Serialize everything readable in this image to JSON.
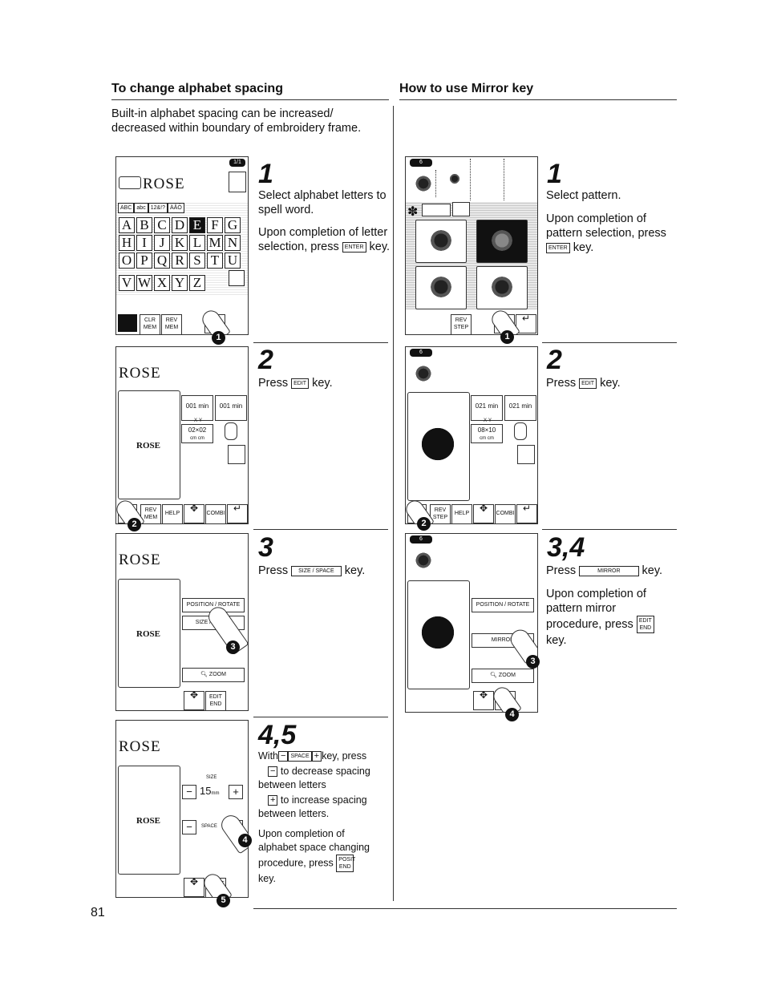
{
  "page_number": "81",
  "left": {
    "heading": "To change alphabet spacing",
    "intro": "Built-in alphabet spacing can be increased/ decreased within boundary of embroidery frame.",
    "steps": [
      {
        "num": "1",
        "text_a": "Select alphabet letters to spell word.",
        "text_b_pre": "Upon completion of letter selection, press",
        "key": "ENTER",
        "text_b_post": "key."
      },
      {
        "num": "2",
        "text_pre": "Press",
        "key": "EDIT",
        "text_post": "key."
      },
      {
        "num": "3",
        "text_pre": "Press",
        "key": "SIZE / SPACE",
        "text_post": "key."
      },
      {
        "num": "4,5",
        "with_pre": "With",
        "minus": "−",
        "space_key": "SPACE",
        "plus": "+",
        "with_post": "key, press",
        "dec_text": "to decrease spacing between letters",
        "inc_text": "to increase spacing between letters.",
        "comp_pre": "Upon completion of alphabet space changing procedure, press",
        "key": "POSIT END",
        "comp_post": "key."
      }
    ],
    "screen1": {
      "title": "ROSE",
      "page": "1/1",
      "tabs": [
        "ABC",
        "abc",
        "12&!?",
        "ÄÅÖ"
      ],
      "rows": [
        [
          "A",
          "B",
          "C",
          "D",
          "E",
          "F",
          "G"
        ],
        [
          "H",
          "I",
          "J",
          "K",
          "L",
          "M",
          "N"
        ],
        [
          "O",
          "P",
          "Q",
          "R",
          "S",
          "T",
          "U"
        ],
        [
          "V",
          "W",
          "X",
          "Y",
          "Z"
        ]
      ],
      "buttons": [
        "CLR MEM",
        "REV MEM"
      ],
      "badge": "1"
    },
    "screen2": {
      "title": "ROSE",
      "preview": "ROSE",
      "time1": "001 min",
      "time2": "001 min",
      "xy_label": "X·Y",
      "size": "02×02",
      "size_unit": "cm cm",
      "buttons": [
        "REV MEM",
        "HELP",
        "COMBI"
      ],
      "badge": "2"
    },
    "screen3": {
      "title": "ROSE",
      "preview": "ROSE",
      "buttons": [
        "POSITION / ROTATE",
        "SIZE / SPACE",
        "ZOOM",
        "EDIT END"
      ],
      "badge": "3"
    },
    "screen4": {
      "title": "ROSE",
      "preview": "ROSE",
      "size_label": "SIZE",
      "size_value": "15",
      "size_unit": "mm",
      "space_label": "SPACE",
      "end_btn": "POSIT END",
      "badges": [
        "4",
        "5"
      ]
    }
  },
  "right": {
    "heading": "How to use Mirror key",
    "steps": [
      {
        "num": "1",
        "text_a": "Select pattern.",
        "text_b_pre": "Upon completion of pattern selection, press",
        "key": "ENTER",
        "text_b_post": "key."
      },
      {
        "num": "2",
        "text_pre": "Press",
        "key": "EDIT",
        "text_post": "key."
      },
      {
        "num": "3,4",
        "text_pre": "Press",
        "key": "MIRROR",
        "text_post": "key.",
        "text_b_pre": "Upon completion of pattern mirror procedure, press",
        "key2": "EDIT END",
        "text_b_post": "key."
      }
    ],
    "screen1": {
      "page": "6",
      "buttons": [
        "REV STEP"
      ],
      "badge": "1"
    },
    "screen2": {
      "page": "6",
      "time1": "021 min",
      "time2": "021 min",
      "xy_label": "X·Y",
      "size": "08×10",
      "size_unit": "cm cm",
      "buttons": [
        "REV STEP",
        "HELP",
        "COMBI"
      ],
      "badge": "2"
    },
    "screen3": {
      "page": "6",
      "buttons": [
        "POSITION / ROTATE",
        "MIRROR",
        "ZOOM"
      ],
      "badges": [
        "3",
        "4"
      ]
    }
  }
}
